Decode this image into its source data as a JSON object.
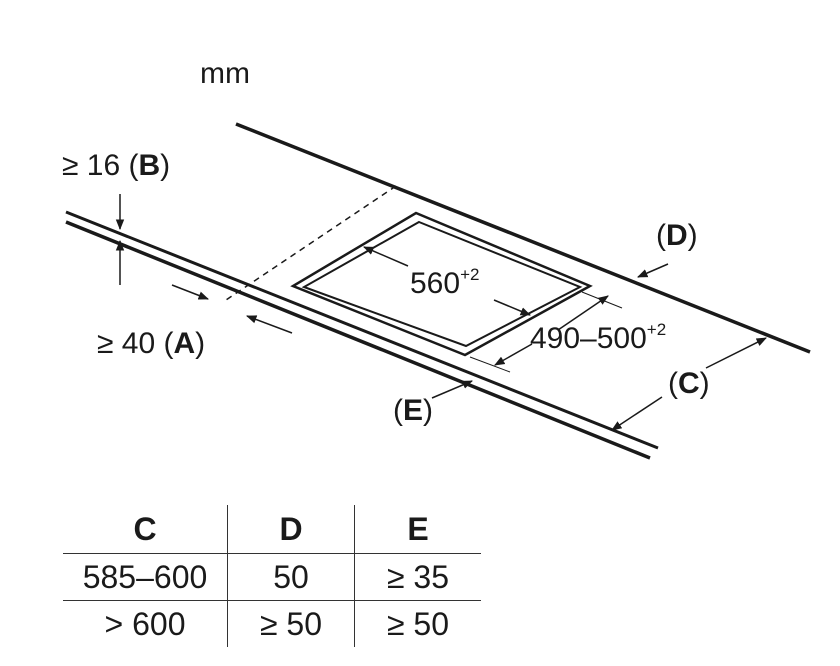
{
  "unit": "mm",
  "labels": {
    "B_value": "≥ 16 (",
    "B_letter": "B",
    "B_close": ")",
    "A_value": "≥ 40 (",
    "A_letter": "A",
    "A_close": ")",
    "cutout_length": "560",
    "cutout_length_tol": "+2",
    "cutout_width": "490–500",
    "cutout_width_tol": "+2",
    "D_open": "(",
    "D_letter": "D",
    "D_close": ")",
    "C_open": "(",
    "C_letter": "C",
    "C_close": ")",
    "E_open": "(",
    "E_letter": "E",
    "E_close": ")"
  },
  "table": {
    "headers": [
      "C",
      "D",
      "E"
    ],
    "rows": [
      [
        "585–600",
        "50",
        "≥ 35"
      ],
      [
        "> 600",
        "≥ 50",
        "≥ 50"
      ]
    ]
  }
}
